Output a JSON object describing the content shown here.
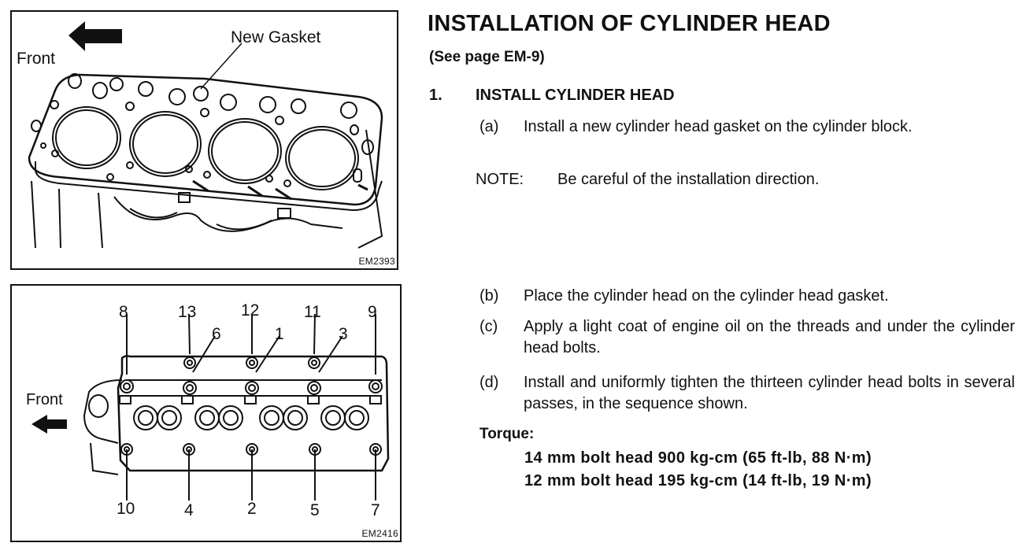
{
  "figure1": {
    "front_label": "Front",
    "gasket_label": "New Gasket",
    "code": "EM2393"
  },
  "figure2": {
    "front_label": "Front",
    "code": "EM2416",
    "top_outer_numbers": [
      "8",
      "13",
      "12",
      "11",
      "9"
    ],
    "top_inner_numbers": [
      "6",
      "1",
      "3"
    ],
    "bottom_numbers": [
      "10",
      "4",
      "2",
      "5",
      "7"
    ]
  },
  "section": {
    "title": "INSTALLATION OF CYLINDER HEAD",
    "page_ref": "(See page EM-9)"
  },
  "step": {
    "number": "1.",
    "title": "INSTALL CYLINDER HEAD"
  },
  "items": {
    "a": {
      "label": "(a)",
      "text": "Install a new cylinder head gasket on the cylinder block."
    },
    "b": {
      "label": "(b)",
      "text": "Place the cylinder head on the cylinder head gasket."
    },
    "c": {
      "label": "(c)",
      "text": "Apply a light coat of engine oil on the threads and under the cylinder head bolts."
    },
    "d": {
      "label": "(d)",
      "text": "Install and uniformly tighten the thirteen cylinder head bolts in several passes, in the sequence shown."
    }
  },
  "note": {
    "label": "NOTE:",
    "text": "Be careful of the installation direction."
  },
  "torque": {
    "label": "Torque:",
    "line1": "14 mm bolt head 900 kg-cm (65 ft-lb, 88 N·m)",
    "line2": "12 mm bolt head 195 kg-cm (14 ft-lb, 19 N·m)"
  }
}
